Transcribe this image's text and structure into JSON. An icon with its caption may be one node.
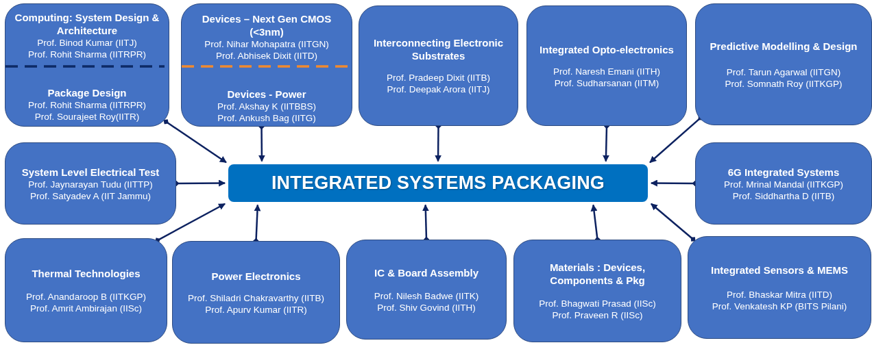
{
  "diagram": {
    "nodes": [
      {
        "text": [
          "Computing: System Design & Architecture",
          "Prof. Binod Kumar (IITJ)",
          "Prof. Rohit Sharma (IITRPR)",
          "Package Design",
          "Prof. Rohit Sharma (IITRPR)",
          "Prof. Sourajeet Roy(IITR)"
        ]
      },
      {
        "text": [
          "Devices – Next Gen CMOS (<3nm)",
          "Prof. Nihar Mohapatra (IITGN)",
          "Prof. Abhisek Dixit (IITD)",
          "Devices - Power",
          "Prof. Akshay K (IITBBS)",
          "Prof. Ankush Bag (IITG)"
        ]
      },
      {
        "text": [
          "Interconnecting Electronic Substrates",
          "Prof. Pradeep Dixit (IITB)",
          "Prof. Deepak Arora (IITJ)"
        ]
      },
      {
        "text": [
          "Integrated Opto-electronics",
          "Prof. Naresh Emani (IITH)",
          "Prof. Sudharsanan (IITM)"
        ]
      },
      {
        "text": [
          "Predictive Modelling & Design",
          "Prof. Tarun Agarwal (IITGN)",
          "Prof. Somnath Roy (IITKGP)"
        ]
      },
      {
        "text": [
          "System Level Electrical Test",
          "Prof. Jaynarayan Tudu (IITTP)",
          "Prof. Satyadev A (IIT Jammu)"
        ]
      },
      {
        "text": [
          "INTEGRATED SYSTEMS PACKAGING"
        ]
      },
      {
        "text": [
          "6G Integrated Systems",
          "Prof. Mrinal Mandal (IITKGP)",
          "Prof. Siddhartha D (IITB)"
        ]
      },
      {
        "text": [
          "Thermal Technologies",
          "Prof. Anandaroop B (IITKGP)",
          "Prof. Amrit Ambirajan (IISc)"
        ]
      },
      {
        "text": [
          "Power Electronics",
          "Prof. Shiladri Chakravarthy (IITB)",
          "Prof. Apurv Kumar (IITR)"
        ]
      },
      {
        "text": [
          "IC & Board Assembly",
          "Prof. Nilesh Badwe (IITK)",
          "Prof. Shiv Govind (IITH)"
        ]
      },
      {
        "text": [
          "Materials : Devices, Components & Pkg",
          "Prof. Bhagwati Prasad (IISc)",
          "Prof. Praveen R (IISc)"
        ]
      },
      {
        "text": [
          "Integrated Sensors & MEMS",
          "Prof. Bhaskar Mitra (IITD)",
          "Prof. Venkatesh KP (BITS Pilani)"
        ]
      }
    ],
    "edges": [
      {
        "from": 0,
        "to": 6,
        "arrow": "to"
      },
      {
        "from": 1,
        "to": 6,
        "arrow": "to"
      },
      {
        "from": 2,
        "to": 6,
        "arrow": "to"
      },
      {
        "from": 3,
        "to": 6,
        "arrow": "to"
      },
      {
        "from": 4,
        "to": 6,
        "arrow": "to"
      },
      {
        "from": 5,
        "to": 6,
        "arrow": "to"
      },
      {
        "from": 7,
        "to": 6,
        "arrow": "to"
      },
      {
        "from": 8,
        "to": 6,
        "arrow": "to"
      },
      {
        "from": 9,
        "to": 6,
        "arrow": "to"
      },
      {
        "from": 10,
        "to": 6,
        "arrow": "to"
      },
      {
        "from": 11,
        "to": 6,
        "arrow": "to"
      },
      {
        "from": 12,
        "to": 6,
        "arrow": "to"
      }
    ]
  }
}
